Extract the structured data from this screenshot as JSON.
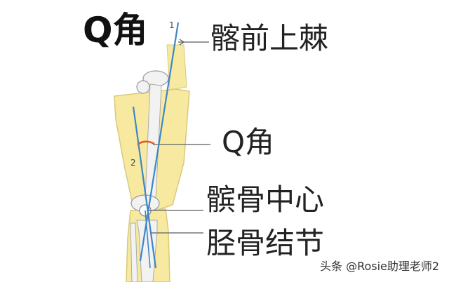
{
  "diagram": {
    "title": "Q角",
    "line_numbers": [
      "1",
      "2"
    ],
    "labels": {
      "asis": "髂前上棘",
      "q_angle": "Q角",
      "patella": "髌骨中心",
      "tibial_tuberosity": "胫骨结节"
    },
    "colors": {
      "bone_fill": "#f7eaa0",
      "bone_outline": "#d9c97a",
      "joint_bone": "#f2f2f2",
      "axis_line": "#3d86c8",
      "angle_arc": "#e05a1a",
      "leader_line": "#777777"
    }
  },
  "watermark": "头条 @Rosie助理老师2"
}
